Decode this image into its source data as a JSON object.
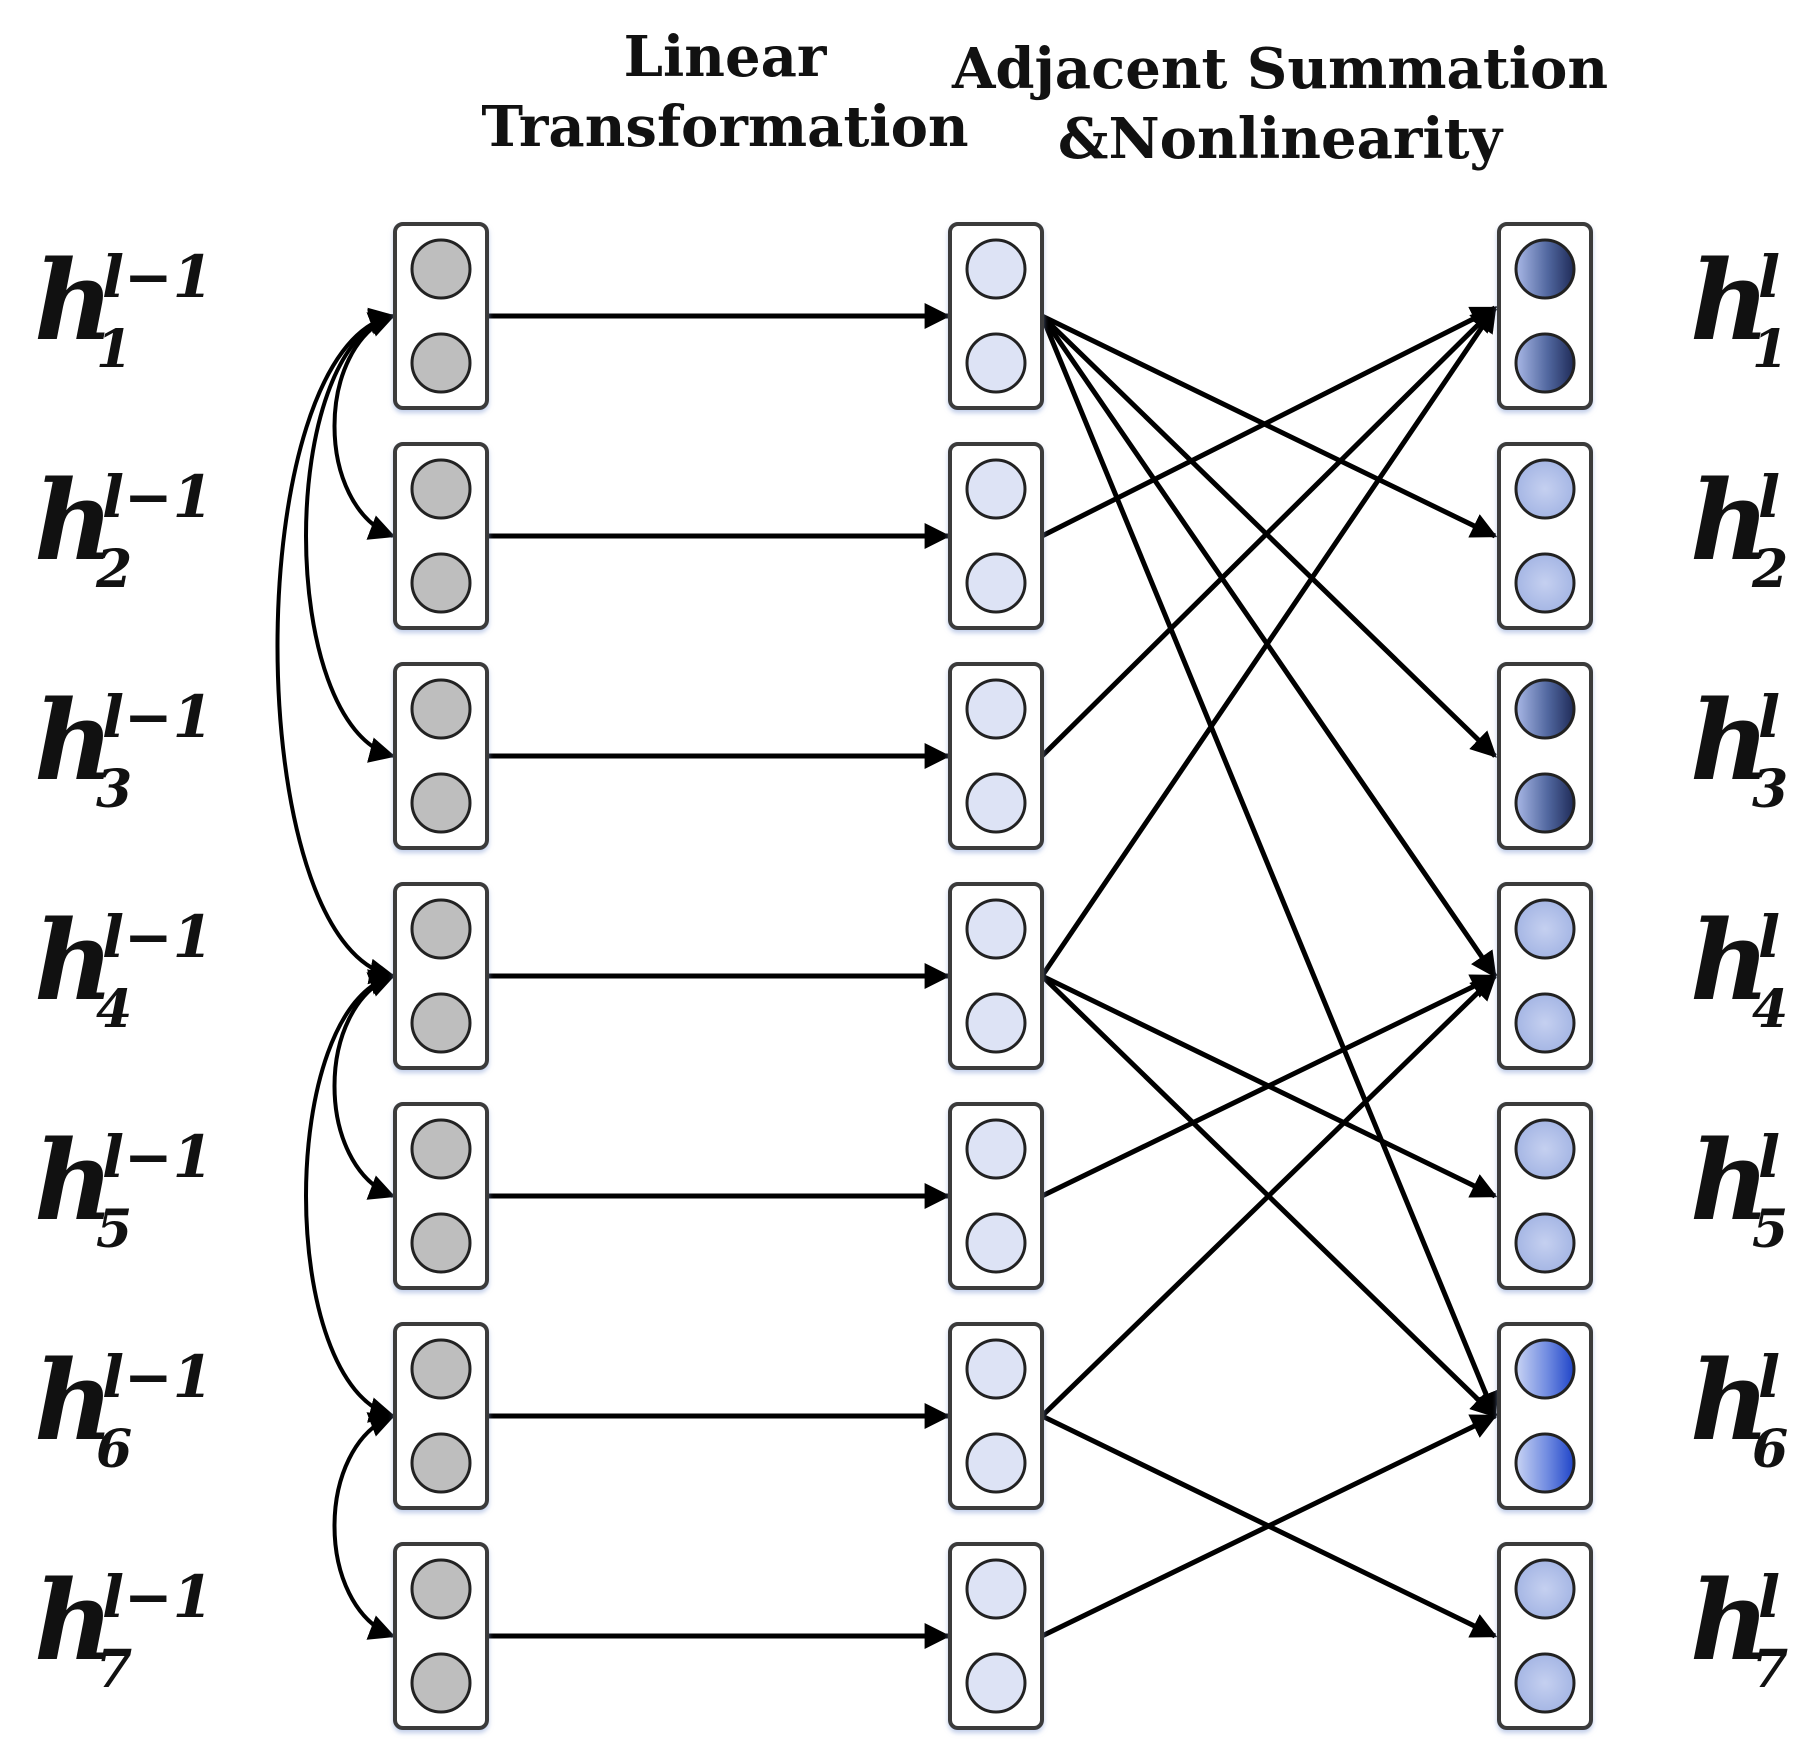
{
  "headers": {
    "linear_line1": "Linear",
    "linear_line2": "Transformation",
    "adjacent_line1": "Adjacent Summation",
    "adjacent_line2": "&Nonlinearity"
  },
  "inputs": [
    {
      "base": "h",
      "sup": "l−1",
      "sub": "1"
    },
    {
      "base": "h",
      "sup": "l−1",
      "sub": "2"
    },
    {
      "base": "h",
      "sup": "l−1",
      "sub": "3"
    },
    {
      "base": "h",
      "sup": "l−1",
      "sub": "4"
    },
    {
      "base": "h",
      "sup": "l−1",
      "sub": "5"
    },
    {
      "base": "h",
      "sup": "l−1",
      "sub": "6"
    },
    {
      "base": "h",
      "sup": "l−1",
      "sub": "7"
    }
  ],
  "outputs": [
    {
      "base": "h",
      "sup": "l",
      "sub": "1"
    },
    {
      "base": "h",
      "sup": "l",
      "sub": "2"
    },
    {
      "base": "h",
      "sup": "l",
      "sub": "3"
    },
    {
      "base": "h",
      "sup": "l",
      "sub": "4"
    },
    {
      "base": "h",
      "sup": "l",
      "sub": "5"
    },
    {
      "base": "h",
      "sup": "l",
      "sub": "6"
    },
    {
      "base": "h",
      "sup": "l",
      "sub": "7"
    }
  ],
  "graph_edges": [
    [
      1,
      2
    ],
    [
      1,
      3
    ],
    [
      1,
      4
    ],
    [
      4,
      5
    ],
    [
      4,
      6
    ],
    [
      6,
      7
    ]
  ],
  "mix_edges": [
    [
      1,
      2
    ],
    [
      1,
      3
    ],
    [
      1,
      4
    ],
    [
      1,
      6
    ],
    [
      2,
      1
    ],
    [
      3,
      1
    ],
    [
      4,
      1
    ],
    [
      4,
      5
    ],
    [
      4,
      6
    ],
    [
      5,
      4
    ],
    [
      6,
      4
    ],
    [
      6,
      7
    ],
    [
      7,
      6
    ]
  ],
  "colors": {
    "input_node": "#bebebe",
    "transformed_node": "#dde3f5",
    "output_node_light": "#aebde8",
    "output_node_dark": "#2c3c78",
    "output_node_bright": "#2f52d0",
    "box_border": "#3a3a3a",
    "arrow": "#000000"
  },
  "output_shading": [
    "dark",
    "light",
    "dark",
    "light",
    "light",
    "bright",
    "light"
  ]
}
